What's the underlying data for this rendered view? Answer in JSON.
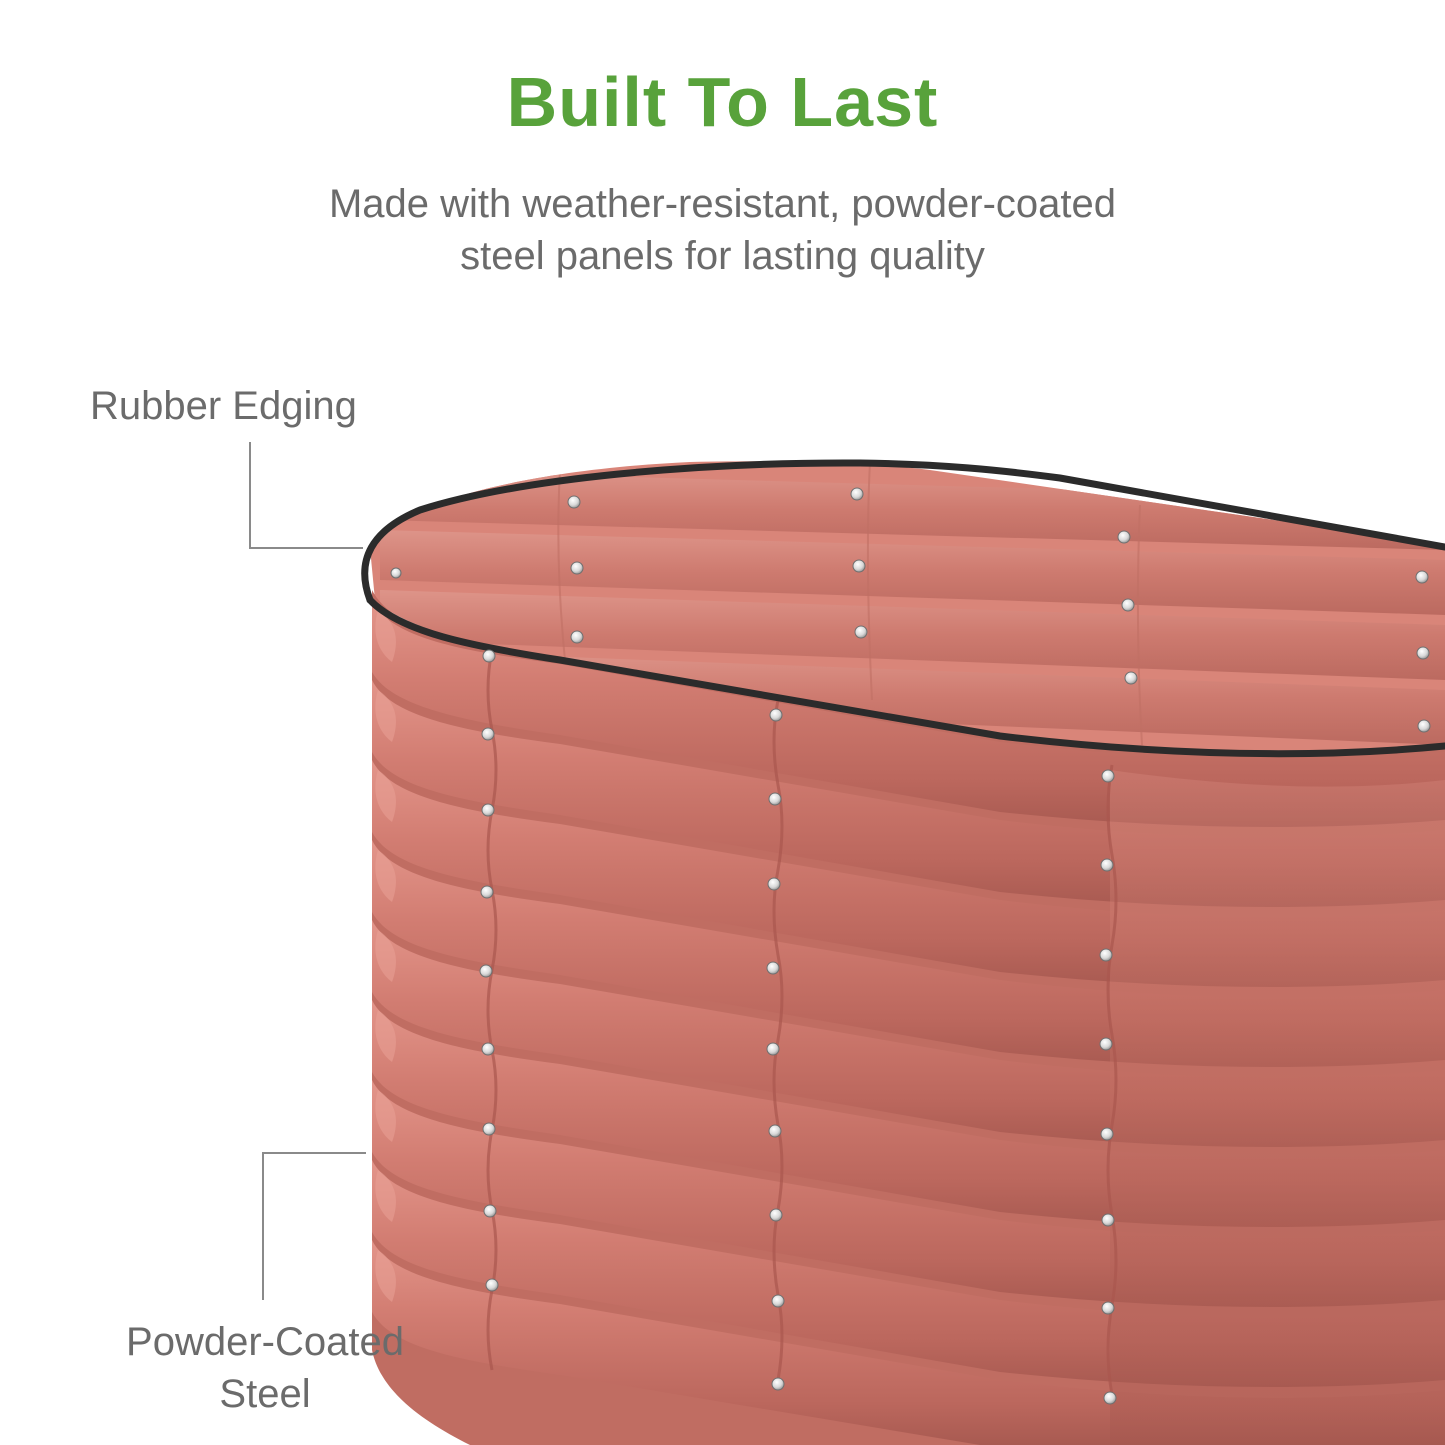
{
  "heading": "Built To Last",
  "description": {
    "line1": "Made with weather-resistant, powder-coated",
    "line2": "steel panels for lasting quality"
  },
  "callouts": {
    "rubber_edging": "Rubber Edging",
    "powder_coated_line1": "Powder-Coated",
    "powder_coated_line2": "Steel"
  },
  "colors": {
    "heading": "#58a23b",
    "text": "#6b6b6b",
    "panel": "#cf7a6f",
    "panel_dark": "#b5645a",
    "edging": "#2b2b2b"
  },
  "icons": {
    "bolt": "bolt-icon"
  }
}
